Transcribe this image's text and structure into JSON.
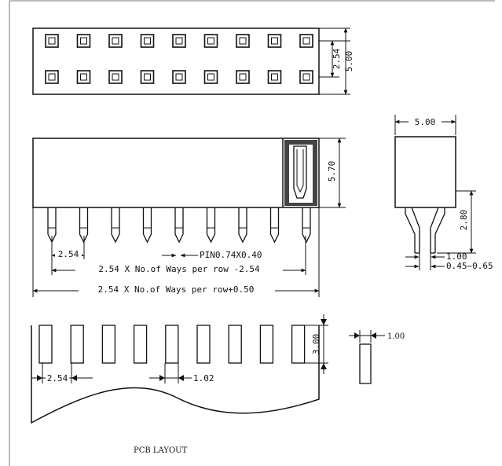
{
  "top_view": {
    "dim_pitch": "2.54",
    "dim_width": "5.00",
    "rows": 2,
    "pins_per_row": 9
  },
  "side_view": {
    "dim_height": "5.70",
    "dim_pitch": "2.54",
    "pin_label": "PIN0.74X0.40",
    "formula_inner": "2.54 X No.of Ways per row -2.54",
    "formula_outer": "2.54 X No.of Ways per row+0.50"
  },
  "end_view": {
    "dim_width": "5.00",
    "dim_pin_length": "2.80",
    "dim_pin_width": "1.00",
    "dim_pin_thickness": "0.45~0.65"
  },
  "pcb_layout": {
    "dim_pad_length": "3.00",
    "dim_pitch": "2.54",
    "dim_pad_width_a": "1.02",
    "dim_pad_width_b": "1.00",
    "title": "PCB LAYOUT"
  }
}
